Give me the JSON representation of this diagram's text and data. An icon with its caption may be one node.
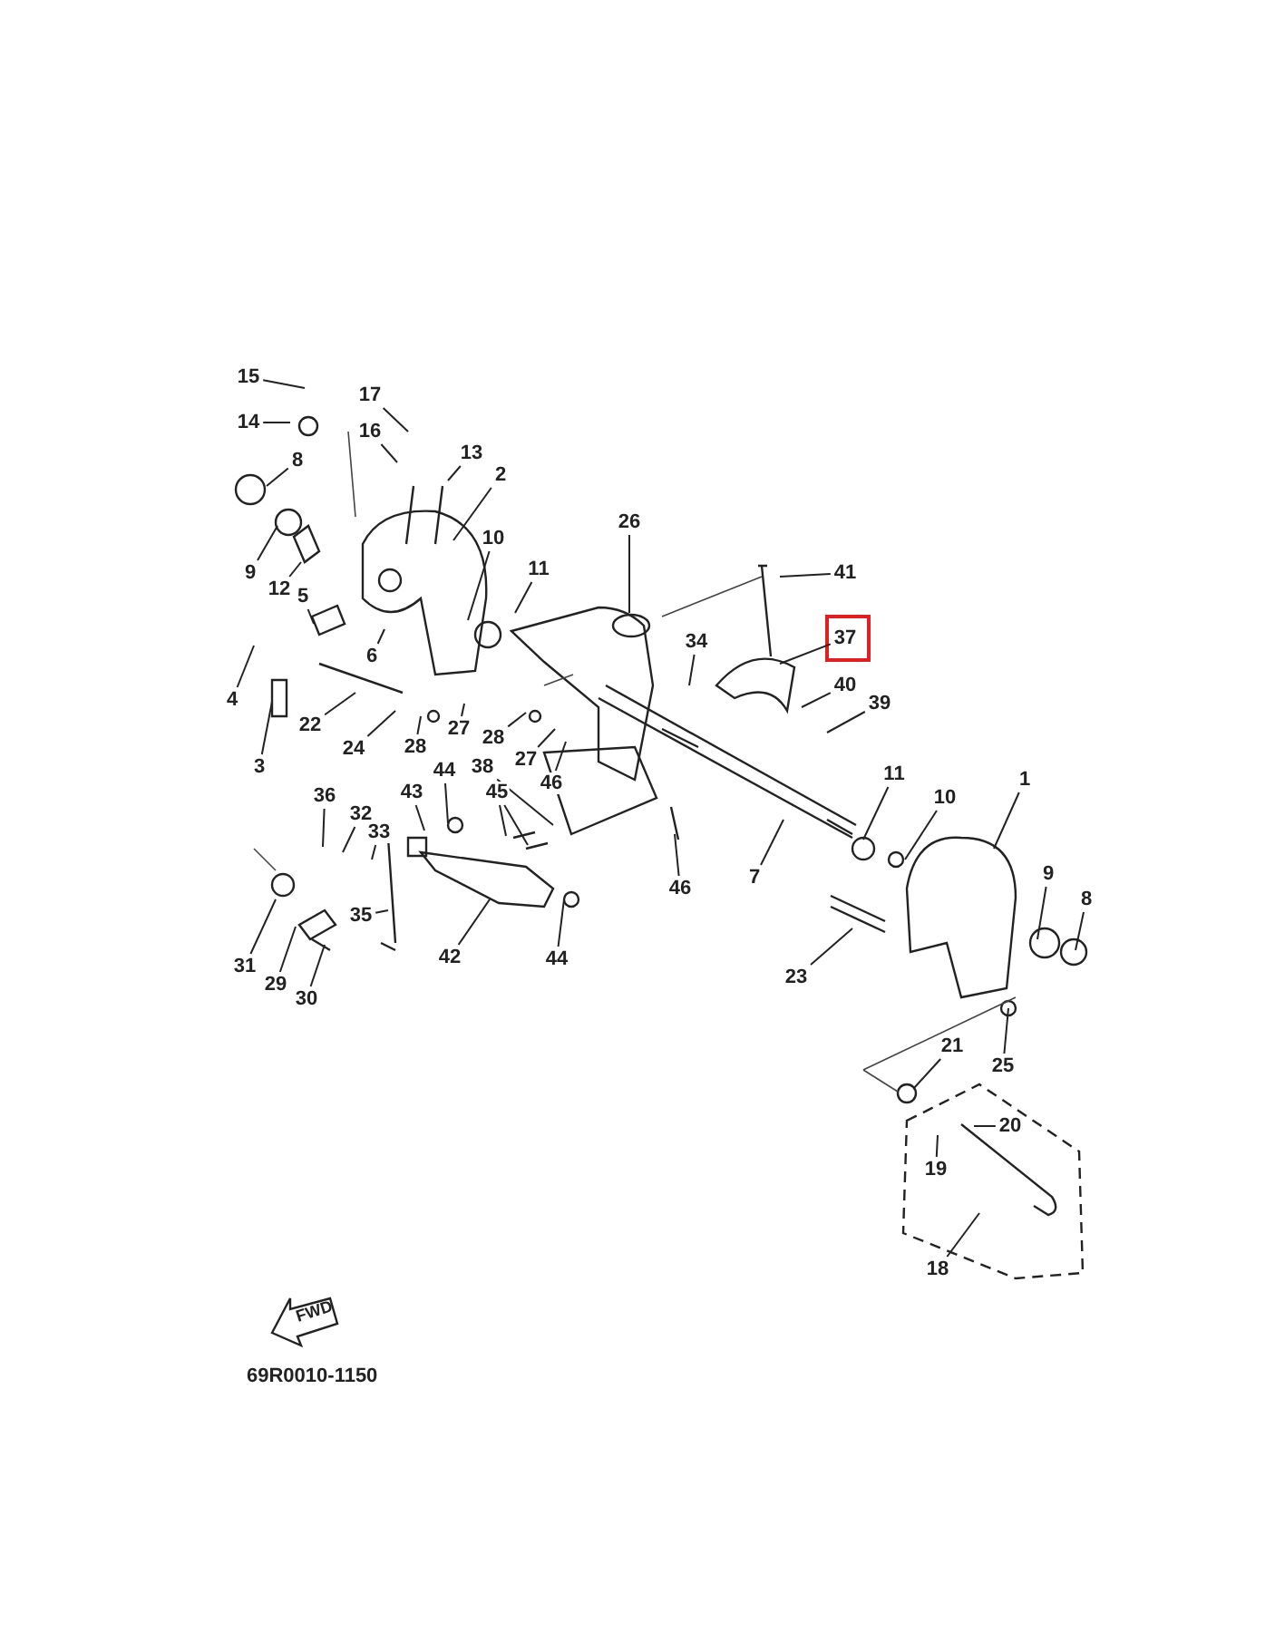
{
  "diagram": {
    "nodes": [
      {
        "text": [
          "15"
        ]
      },
      {
        "text": [
          "17"
        ]
      },
      {
        "text": [
          "14"
        ]
      },
      {
        "text": [
          "16"
        ]
      },
      {
        "text": [
          "13"
        ]
      },
      {
        "text": [
          "8"
        ]
      },
      {
        "text": [
          "2"
        ]
      },
      {
        "text": [
          "26"
        ]
      },
      {
        "text": [
          "10"
        ]
      },
      {
        "text": [
          "9"
        ]
      },
      {
        "text": [
          "41"
        ]
      },
      {
        "text": [
          "11"
        ]
      },
      {
        "text": [
          "12"
        ]
      },
      {
        "text": [
          "5"
        ]
      },
      {
        "text": [
          "37"
        ]
      },
      {
        "text": [
          "6"
        ]
      },
      {
        "text": [
          "34"
        ]
      },
      {
        "text": [
          "4"
        ]
      },
      {
        "text": [
          "40"
        ]
      },
      {
        "text": [
          "22"
        ]
      },
      {
        "text": [
          "39"
        ]
      },
      {
        "text": [
          "28"
        ]
      },
      {
        "text": [
          "27"
        ]
      },
      {
        "text": [
          "24"
        ]
      },
      {
        "text": [
          "3"
        ]
      },
      {
        "text": [
          "28"
        ]
      },
      {
        "text": [
          "27"
        ]
      },
      {
        "text": [
          "46"
        ]
      },
      {
        "text": [
          "44"
        ]
      },
      {
        "text": [
          "36"
        ]
      },
      {
        "text": [
          "38"
        ]
      },
      {
        "text": [
          "43"
        ]
      },
      {
        "text": [
          "11"
        ]
      },
      {
        "text": [
          "10"
        ]
      },
      {
        "text": [
          "1"
        ]
      },
      {
        "text": [
          "45"
        ]
      },
      {
        "text": [
          "32"
        ]
      },
      {
        "text": [
          "33"
        ]
      },
      {
        "text": [
          "46"
        ]
      },
      {
        "text": [
          "7"
        ]
      },
      {
        "text": [
          "9"
        ]
      },
      {
        "text": [
          "8"
        ]
      },
      {
        "text": [
          "35"
        ]
      },
      {
        "text": [
          "31"
        ]
      },
      {
        "text": [
          "44"
        ]
      },
      {
        "text": [
          "42"
        ]
      },
      {
        "text": [
          "23"
        ]
      },
      {
        "text": [
          "29"
        ]
      },
      {
        "text": [
          "30"
        ]
      },
      {
        "text": [
          "21"
        ]
      },
      {
        "text": [
          "25"
        ]
      },
      {
        "text": [
          "20"
        ]
      },
      {
        "text": [
          "19"
        ]
      },
      {
        "text": [
          "18"
        ]
      }
    ],
    "edges": [
      {
        "from": 0,
        "to": null,
        "arrow": "none"
      },
      {
        "from": 1,
        "to": null,
        "arrow": "none"
      },
      {
        "from": 2,
        "to": null,
        "arrow": "none"
      },
      {
        "from": 3,
        "to": null,
        "arrow": "none"
      },
      {
        "from": 4,
        "to": null,
        "arrow": "none"
      },
      {
        "from": 5,
        "to": null,
        "arrow": "none"
      },
      {
        "from": 6,
        "to": null,
        "arrow": "none"
      },
      {
        "from": 7,
        "to": null,
        "arrow": "none"
      },
      {
        "from": 8,
        "to": null,
        "arrow": "none"
      },
      {
        "from": 9,
        "to": null,
        "arrow": "none"
      },
      {
        "from": 10,
        "to": null,
        "arrow": "none"
      },
      {
        "from": 11,
        "to": null,
        "arrow": "none"
      },
      {
        "from": 12,
        "to": null,
        "arrow": "none"
      },
      {
        "from": 13,
        "to": null,
        "arrow": "none"
      },
      {
        "from": 14,
        "to": null,
        "arrow": "none"
      },
      {
        "from": 15,
        "to": null,
        "arrow": "none"
      },
      {
        "from": 16,
        "to": null,
        "arrow": "none"
      },
      {
        "from": 17,
        "to": null,
        "arrow": "none"
      },
      {
        "from": 18,
        "to": null,
        "arrow": "none"
      },
      {
        "from": 19,
        "to": null,
        "arrow": "none"
      },
      {
        "from": 20,
        "to": null,
        "arrow": "none"
      },
      {
        "from": 21,
        "to": null,
        "arrow": "none"
      },
      {
        "from": 22,
        "to": null,
        "arrow": "none"
      },
      {
        "from": 23,
        "to": null,
        "arrow": "none"
      },
      {
        "from": 24,
        "to": null,
        "arrow": "none"
      },
      {
        "from": 25,
        "to": null,
        "arrow": "none"
      },
      {
        "from": 26,
        "to": null,
        "arrow": "none"
      },
      {
        "from": 27,
        "to": null,
        "arrow": "none"
      },
      {
        "from": 28,
        "to": null,
        "arrow": "none"
      },
      {
        "from": 29,
        "to": null,
        "arrow": "none"
      },
      {
        "from": 30,
        "to": null,
        "arrow": "none"
      },
      {
        "from": 31,
        "to": null,
        "arrow": "none"
      },
      {
        "from": 32,
        "to": null,
        "arrow": "none"
      },
      {
        "from": 33,
        "to": null,
        "arrow": "none"
      },
      {
        "from": 34,
        "to": null,
        "arrow": "none"
      },
      {
        "from": 35,
        "to": null,
        "arrow": "none"
      },
      {
        "from": 35,
        "to": null,
        "arrow": "none"
      },
      {
        "from": 36,
        "to": null,
        "arrow": "none"
      },
      {
        "from": 37,
        "to": null,
        "arrow": "none"
      },
      {
        "from": 38,
        "to": null,
        "arrow": "none"
      },
      {
        "from": 39,
        "to": null,
        "arrow": "none"
      },
      {
        "from": 40,
        "to": null,
        "arrow": "none"
      },
      {
        "from": 41,
        "to": null,
        "arrow": "none"
      },
      {
        "from": 42,
        "to": null,
        "arrow": "none"
      },
      {
        "from": 43,
        "to": null,
        "arrow": "none"
      },
      {
        "from": 44,
        "to": null,
        "arrow": "none"
      },
      {
        "from": 45,
        "to": null,
        "arrow": "none"
      },
      {
        "from": 46,
        "to": null,
        "arrow": "none"
      },
      {
        "from": 47,
        "to": null,
        "arrow": "none"
      },
      {
        "from": 48,
        "to": null,
        "arrow": "none"
      },
      {
        "from": 49,
        "to": null,
        "arrow": "none"
      },
      {
        "from": 50,
        "to": null,
        "arrow": "none"
      },
      {
        "from": 51,
        "to": null,
        "arrow": "none"
      },
      {
        "from": 52,
        "to": null,
        "arrow": "none"
      },
      {
        "from": 53,
        "to": null,
        "arrow": "none"
      }
    ],
    "labels": [
      "FWD",
      "69R0010-1150"
    ]
  }
}
